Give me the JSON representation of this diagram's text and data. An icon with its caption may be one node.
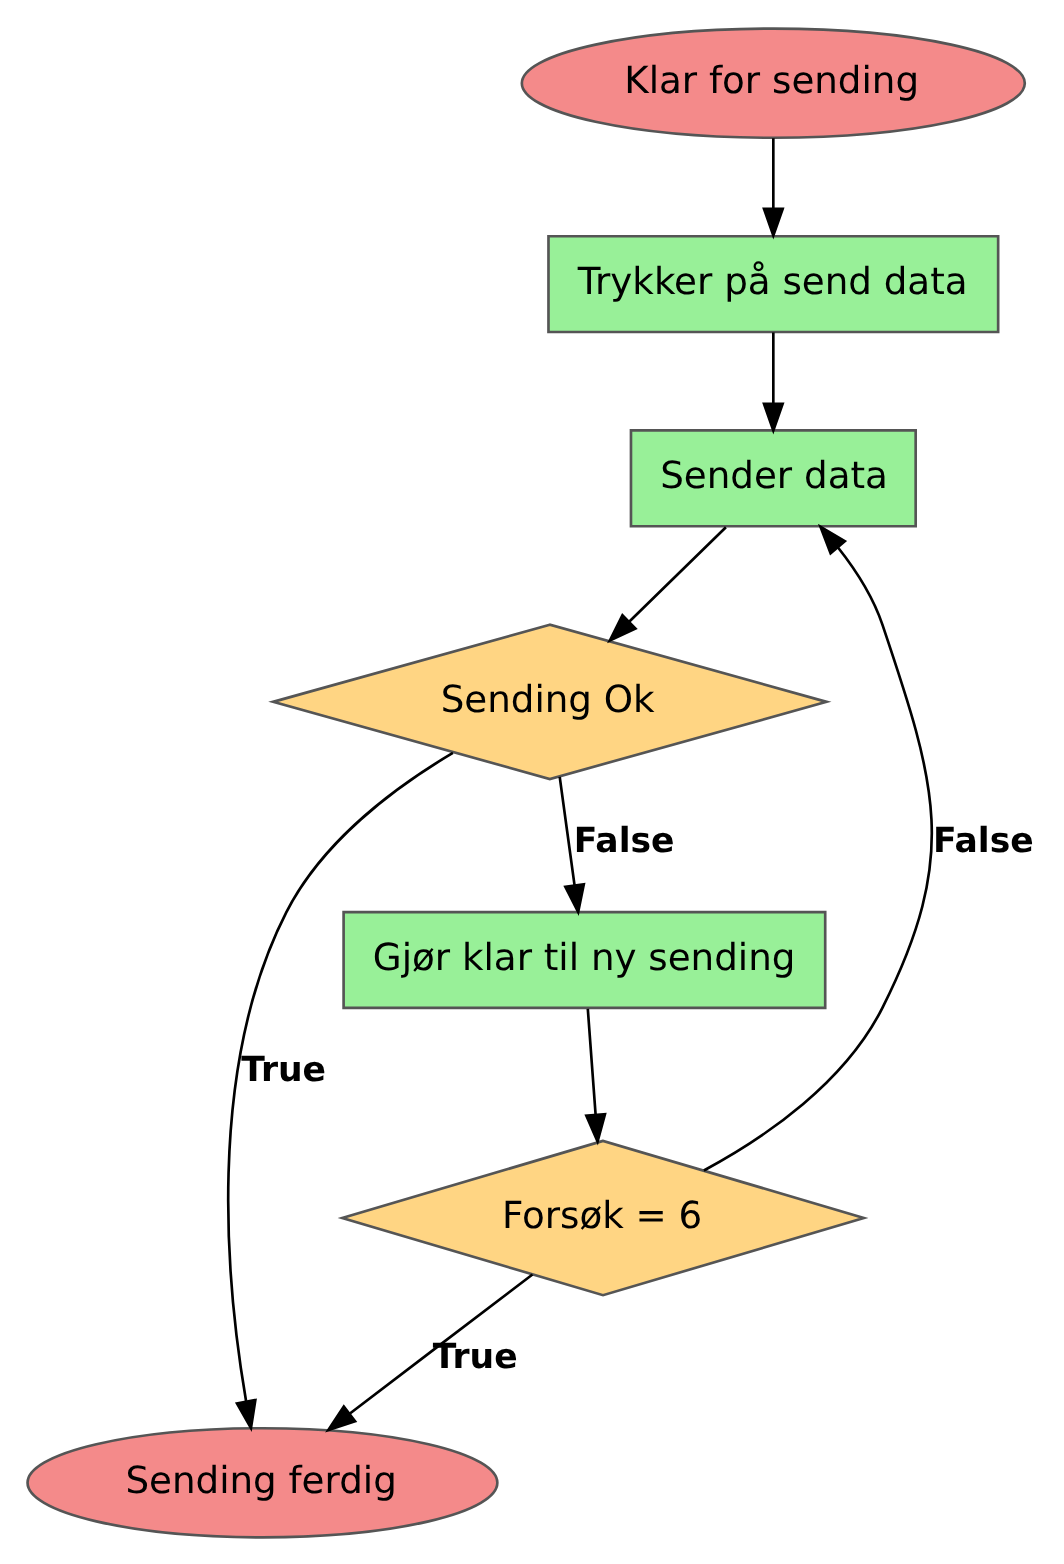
{
  "diagram": {
    "nodes": [
      {
        "text": [
          "Klar for sending"
        ]
      },
      {
        "text": [
          "Trykker på send data"
        ]
      },
      {
        "text": [
          "Sender data"
        ]
      },
      {
        "text": [
          "Sending Ok"
        ]
      },
      {
        "text": [
          "Gjør klar til ny sending"
        ]
      },
      {
        "text": [
          "Forsøk = 6"
        ]
      },
      {
        "text": [
          "Sending ferdig"
        ]
      }
    ],
    "edges": [
      {
        "from": 0,
        "to": 1,
        "arrow": "to"
      },
      {
        "from": 1,
        "to": 2,
        "arrow": "to"
      },
      {
        "from": 2,
        "to": 3,
        "arrow": "to"
      },
      {
        "from": 3,
        "to": 4,
        "arrow": "to",
        "label": "False"
      },
      {
        "from": 4,
        "to": 5,
        "arrow": "to"
      },
      {
        "from": 5,
        "to": 2,
        "arrow": "to",
        "label": "False"
      },
      {
        "from": 3,
        "to": 6,
        "arrow": "to",
        "label": "True"
      },
      {
        "from": 5,
        "to": 6,
        "arrow": "to",
        "label": "True"
      }
    ]
  }
}
